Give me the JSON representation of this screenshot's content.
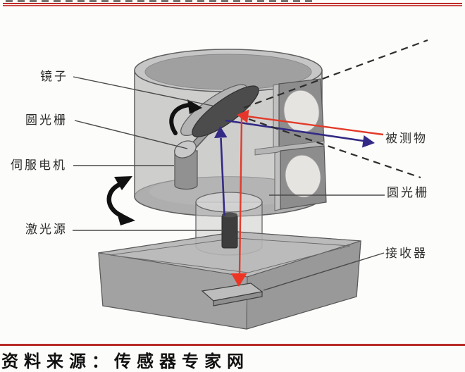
{
  "header": {
    "clipped_title_visible": true,
    "rule_color": "#bf2a28"
  },
  "diagram": {
    "description_labels": {
      "mirror": "镜子",
      "circular_grating_left": "圆光栅",
      "servo_motor": "伺服电机",
      "laser_source": "激光源",
      "measured_object": "被测物",
      "circular_grating_right": "圆光栅",
      "receiver": "接收器"
    },
    "beam_colors": {
      "outgoing_beam": "#332a85",
      "return_beam": "#e23b2a",
      "scan_range_dashed": "#2e2e2e"
    }
  },
  "footer": {
    "source": "资料来源：传感器专家网"
  }
}
